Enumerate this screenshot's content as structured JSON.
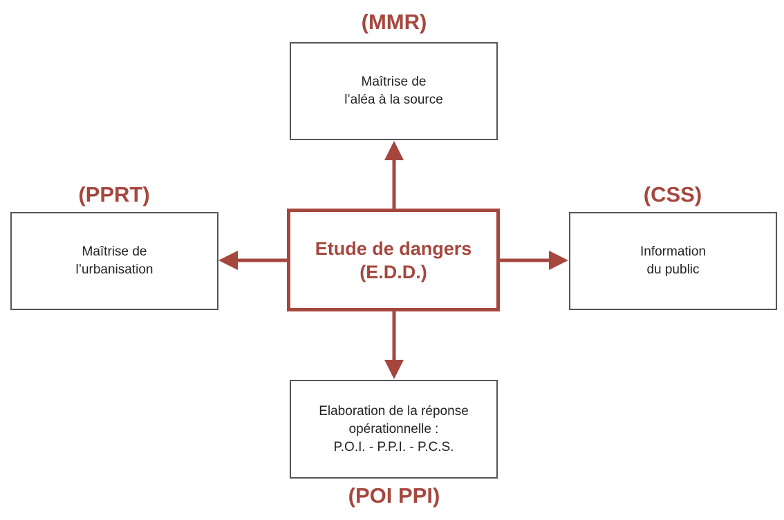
{
  "center": {
    "line1": "Etude de dangers",
    "line2": "(E.D.D.)"
  },
  "top": {
    "tag": "(MMR)",
    "line1": "Maîtrise de",
    "line2": "l’aléa à la source"
  },
  "left": {
    "tag": "(PPRT)",
    "line1": "Maîtrise de",
    "line2": "l’urbanisation"
  },
  "right": {
    "tag": "(CSS)",
    "line1": "Information",
    "line2": "du public"
  },
  "bottom": {
    "tag": "(POI PPI)",
    "line1": "Elaboration de la réponse",
    "line2": "opérationnelle :",
    "line3": "P.O.I. - P.P.I. - P.C.S."
  },
  "colors": {
    "accent": "#a5473d"
  }
}
